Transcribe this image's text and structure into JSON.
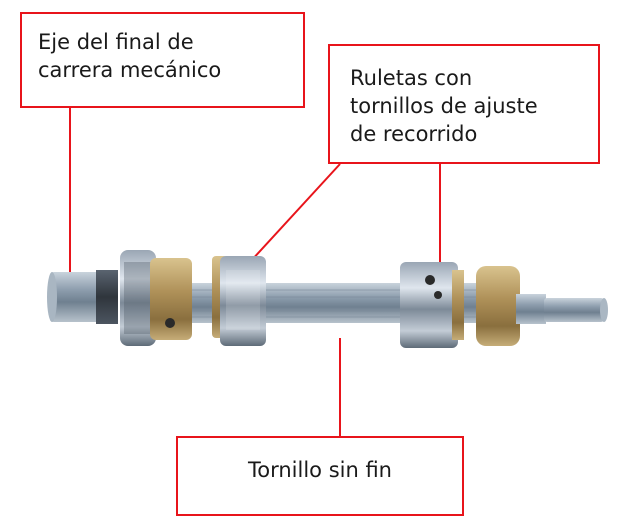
{
  "labels": {
    "eje": {
      "lines": [
        "Eje del final de",
        "carrera mecánico"
      ]
    },
    "ruletas": {
      "lines": [
        "Ruletas con",
        "tornillos de ajuste",
        "de recorrido"
      ]
    },
    "tornillo": {
      "text": "Tornillo sin fin"
    }
  },
  "colors": {
    "callout": "#e8141b",
    "steel": "#8fa0b0",
    "brass": "#b89a5e"
  }
}
